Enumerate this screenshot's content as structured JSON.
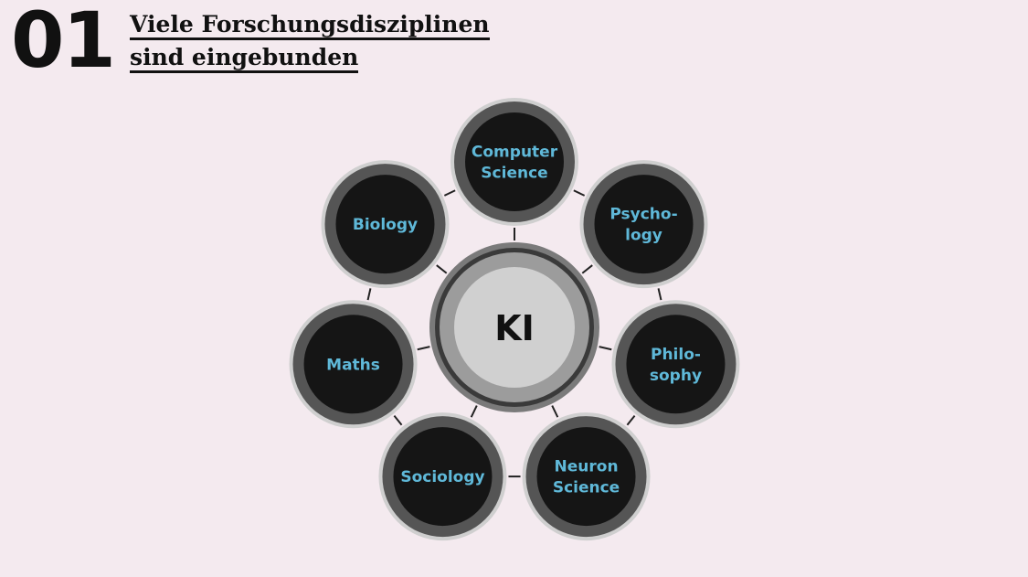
{
  "header": {
    "number": "01",
    "title_line1": "Viele Forschungsdisziplinen",
    "title_line2": "sind eingebunden"
  },
  "diagram": {
    "hub": {
      "label": "KI"
    },
    "disciplines": [
      {
        "id": "computer-science",
        "lines": [
          "Computer",
          "Science"
        ]
      },
      {
        "id": "psychology",
        "lines": [
          "Psycho-",
          "logy"
        ]
      },
      {
        "id": "philosophy",
        "lines": [
          "Philo-",
          "sophy"
        ]
      },
      {
        "id": "neuron-science",
        "lines": [
          "Neuron",
          "Science"
        ]
      },
      {
        "id": "sociology",
        "lines": [
          "Sociology"
        ]
      },
      {
        "id": "maths",
        "lines": [
          "Maths"
        ]
      },
      {
        "id": "biology",
        "lines": [
          "Biology"
        ]
      }
    ]
  }
}
